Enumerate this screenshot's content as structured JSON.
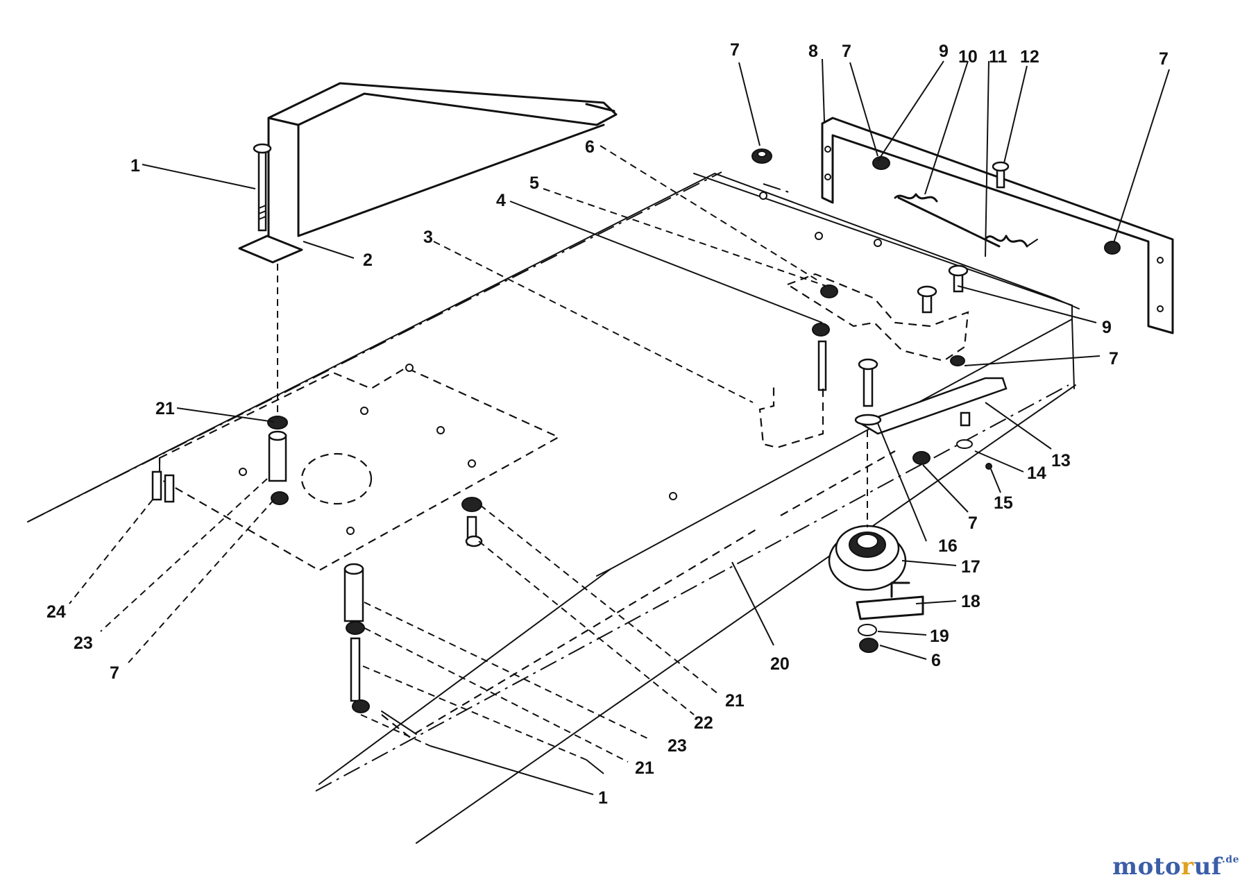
{
  "diagram": {
    "callouts": [
      {
        "id": "c1a",
        "text": "1"
      },
      {
        "id": "c2",
        "text": "2"
      },
      {
        "id": "c3",
        "text": "3"
      },
      {
        "id": "c4",
        "text": "4"
      },
      {
        "id": "c5",
        "text": "5"
      },
      {
        "id": "c6a",
        "text": "6"
      },
      {
        "id": "c7a",
        "text": "7"
      },
      {
        "id": "c8",
        "text": "8"
      },
      {
        "id": "c7b",
        "text": "7"
      },
      {
        "id": "c9a",
        "text": "9"
      },
      {
        "id": "c10",
        "text": "10"
      },
      {
        "id": "c11",
        "text": "11"
      },
      {
        "id": "c12",
        "text": "12"
      },
      {
        "id": "c7c",
        "text": "7"
      },
      {
        "id": "c9b",
        "text": "9"
      },
      {
        "id": "c7d",
        "text": "7"
      },
      {
        "id": "c13",
        "text": "13"
      },
      {
        "id": "c14",
        "text": "14"
      },
      {
        "id": "c15",
        "text": "15"
      },
      {
        "id": "c7e",
        "text": "7"
      },
      {
        "id": "c16",
        "text": "16"
      },
      {
        "id": "c17",
        "text": "17"
      },
      {
        "id": "c18",
        "text": "18"
      },
      {
        "id": "c19",
        "text": "19"
      },
      {
        "id": "c6b",
        "text": "6"
      },
      {
        "id": "c20",
        "text": "20"
      },
      {
        "id": "c21a",
        "text": "21"
      },
      {
        "id": "c22",
        "text": "22"
      },
      {
        "id": "c23a",
        "text": "23"
      },
      {
        "id": "c21b",
        "text": "21"
      },
      {
        "id": "c1b",
        "text": "1"
      },
      {
        "id": "c21c",
        "text": "21"
      },
      {
        "id": "c24",
        "text": "24"
      },
      {
        "id": "c23b",
        "text": "23"
      },
      {
        "id": "c7f",
        "text": "7"
      }
    ]
  },
  "watermark": {
    "part_a": "moto",
    "part_b": "r",
    "part_c": "uf",
    "tld": ".de"
  }
}
